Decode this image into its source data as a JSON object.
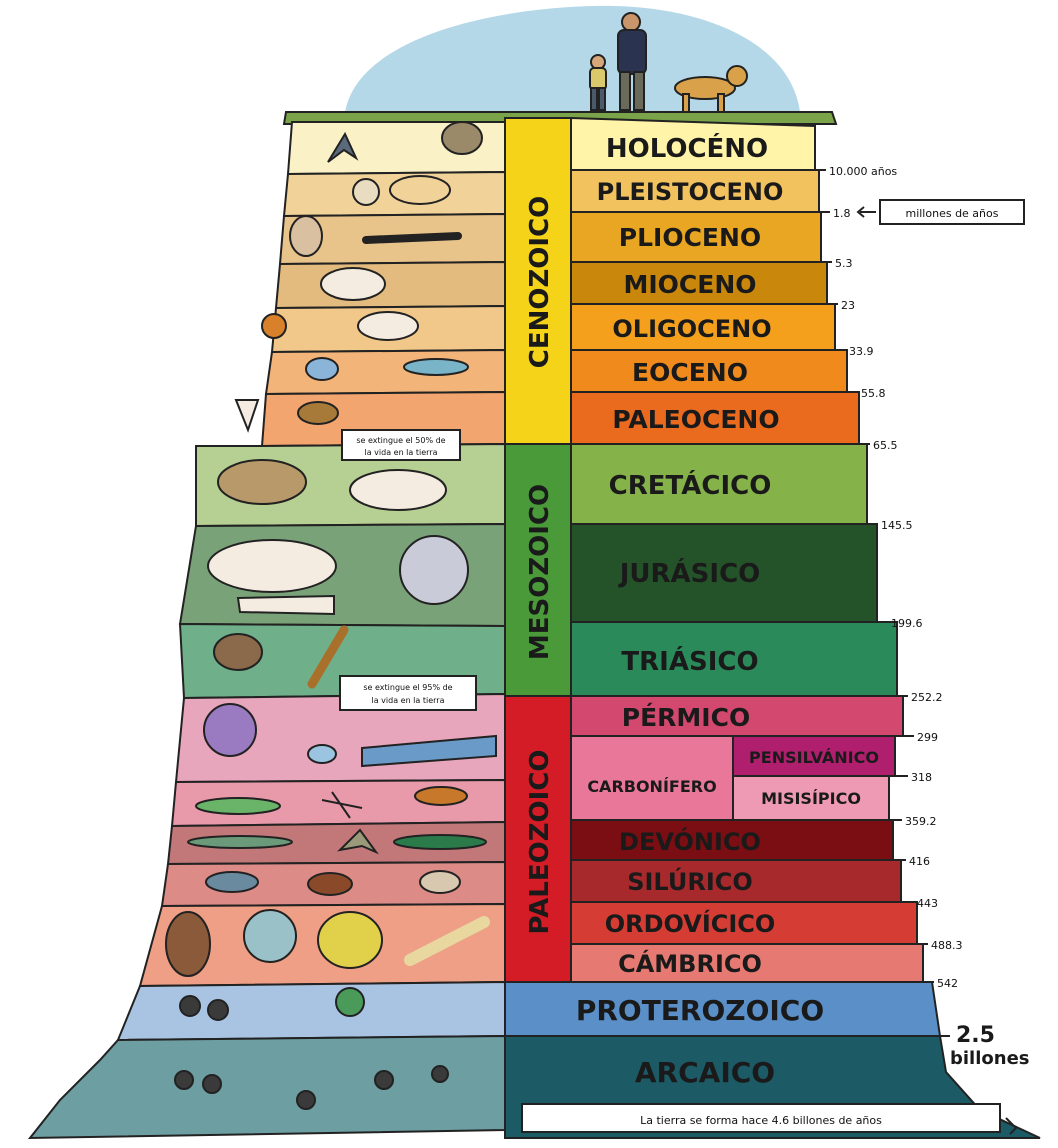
{
  "eras": {
    "cenozoico": "CENOZOICO",
    "mesozoico": "MESOZOICO",
    "paleozoico": "PALEOZOICO"
  },
  "periods": {
    "holoceno": "HOLOCÉNO",
    "pleistoceno": "PLEISTOCENO",
    "plioceno": "PLIOCENO",
    "mioceno": "MIOCENO",
    "oligoceno": "OLIGOCENO",
    "eoceno": "EOCENO",
    "paleoceno": "PALEOCENO",
    "cretacico": "CRETÁCICO",
    "jurasico": "JURÁSICO",
    "triasico": "TRIÁSICO",
    "permico": "PÉRMICO",
    "carbonifero": "CARBONÍFERO",
    "pensilvanico": "PENSILVÁNICO",
    "misisipico": "MISISÍPICO",
    "devonico": "DEVÓNICO",
    "silurico": "SILÚRICO",
    "ordovicico": "ORDOVÍCICO",
    "cambrico": "CÁMBRICO",
    "proterozoico": "PROTEROZOICO",
    "arcaico": "ARCAICO"
  },
  "ages": {
    "a1": "10.000 años",
    "a2": "1.8",
    "a3": "5.3",
    "a4": "23",
    "a5": "33.9",
    "a6": "55.8",
    "a7": "65.5",
    "a8": "145.5",
    "a9": "199.6",
    "a10": "252.2",
    "a11": "299",
    "a12": "318",
    "a13": "359.2",
    "a14": "416",
    "a15": "443",
    "a16": "488.3",
    "a17": "542",
    "a18": "2.5",
    "a19": "billones"
  },
  "notes": {
    "millones": "millones de años",
    "ext1_l1": "se extingue el 50% de",
    "ext1_l2": "la vida en la tierra",
    "ext2_l1": "se extingue el 95% de",
    "ext2_l2": "la vida en la tierra",
    "formacion": "La tierra se forma hace 4.6 billones de años"
  },
  "colors": {
    "holoceno": "#fff4a8",
    "pleistoceno": "#f2c25e",
    "plioceno": "#e8a622",
    "mioceno": "#c9880c",
    "oligoceno": "#f4a01c",
    "eoceno": "#f08a1c",
    "paleoceno": "#ea6a1e",
    "cretacico": "#86b24a",
    "jurasico": "#24532a",
    "triasico": "#2a8a5a",
    "permico": "#d2486e",
    "carbonifero": "#e8779a",
    "pensilvanico": "#b01e6e",
    "misisipico": "#ee9ab4",
    "devonico": "#7a0e12",
    "silurico": "#a8292c",
    "ordovicico": "#d53c34",
    "cambrico": "#e67a72",
    "proterozoico": "#5a8fc8",
    "arcaico": "#1c5a66",
    "cenozoico_bar": "#f5d318",
    "mesozoico_bar": "#4a9a3a",
    "paleozoico_bar": "#d41c26",
    "sky": "#b5d8e8"
  }
}
